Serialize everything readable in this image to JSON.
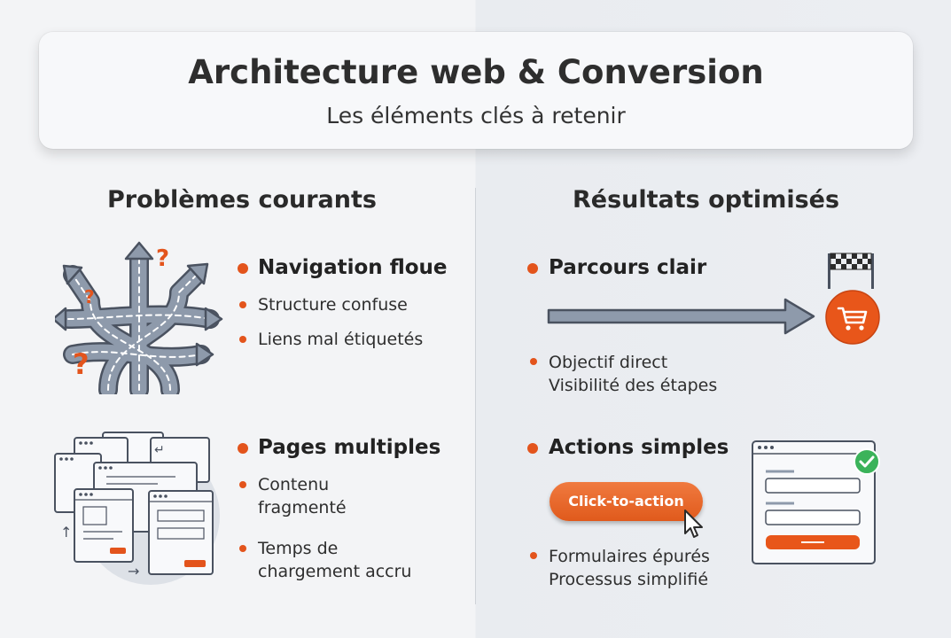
{
  "header": {
    "title": "Architecture web & Conversion",
    "subtitle": "Les éléments clés à retenir"
  },
  "left": {
    "title": "Problèmes courants",
    "block1": {
      "main": "Navigation floue",
      "subs": [
        "Structure confuse",
        "Liens mal étiquetés"
      ]
    },
    "block2": {
      "main": "Pages multiples",
      "sub1": [
        "Contenu",
        "fragmenté"
      ],
      "sub2": [
        "Temps de",
        "chargement accru"
      ]
    }
  },
  "right": {
    "title": "Résultats optimisés",
    "block1": {
      "main": "Parcours clair",
      "sub_lines": [
        "Objectif direct",
        "Visibilité des étapes"
      ]
    },
    "block2": {
      "main": "Actions simples",
      "cta_label": "Click-to-action",
      "sub_lines": [
        "Formulaires épurés",
        "Processus simplifié"
      ]
    }
  },
  "icons": {
    "tangled_roads": "tangled-roads-icon",
    "question_marks": "question-mark-icon",
    "pages_stack": "stacked-pages-icon",
    "arrow": "long-arrow-icon",
    "flag": "checkered-flag-icon",
    "cart": "shopping-cart-icon",
    "cursor": "mouse-cursor-icon",
    "form": "form-window-icon",
    "check": "check-badge-icon"
  },
  "colors": {
    "accent": "#e3541c",
    "accent_light": "#f07a3f",
    "road": "#8e9aab",
    "road_dark": "#4a5260",
    "success": "#3bb35a"
  }
}
